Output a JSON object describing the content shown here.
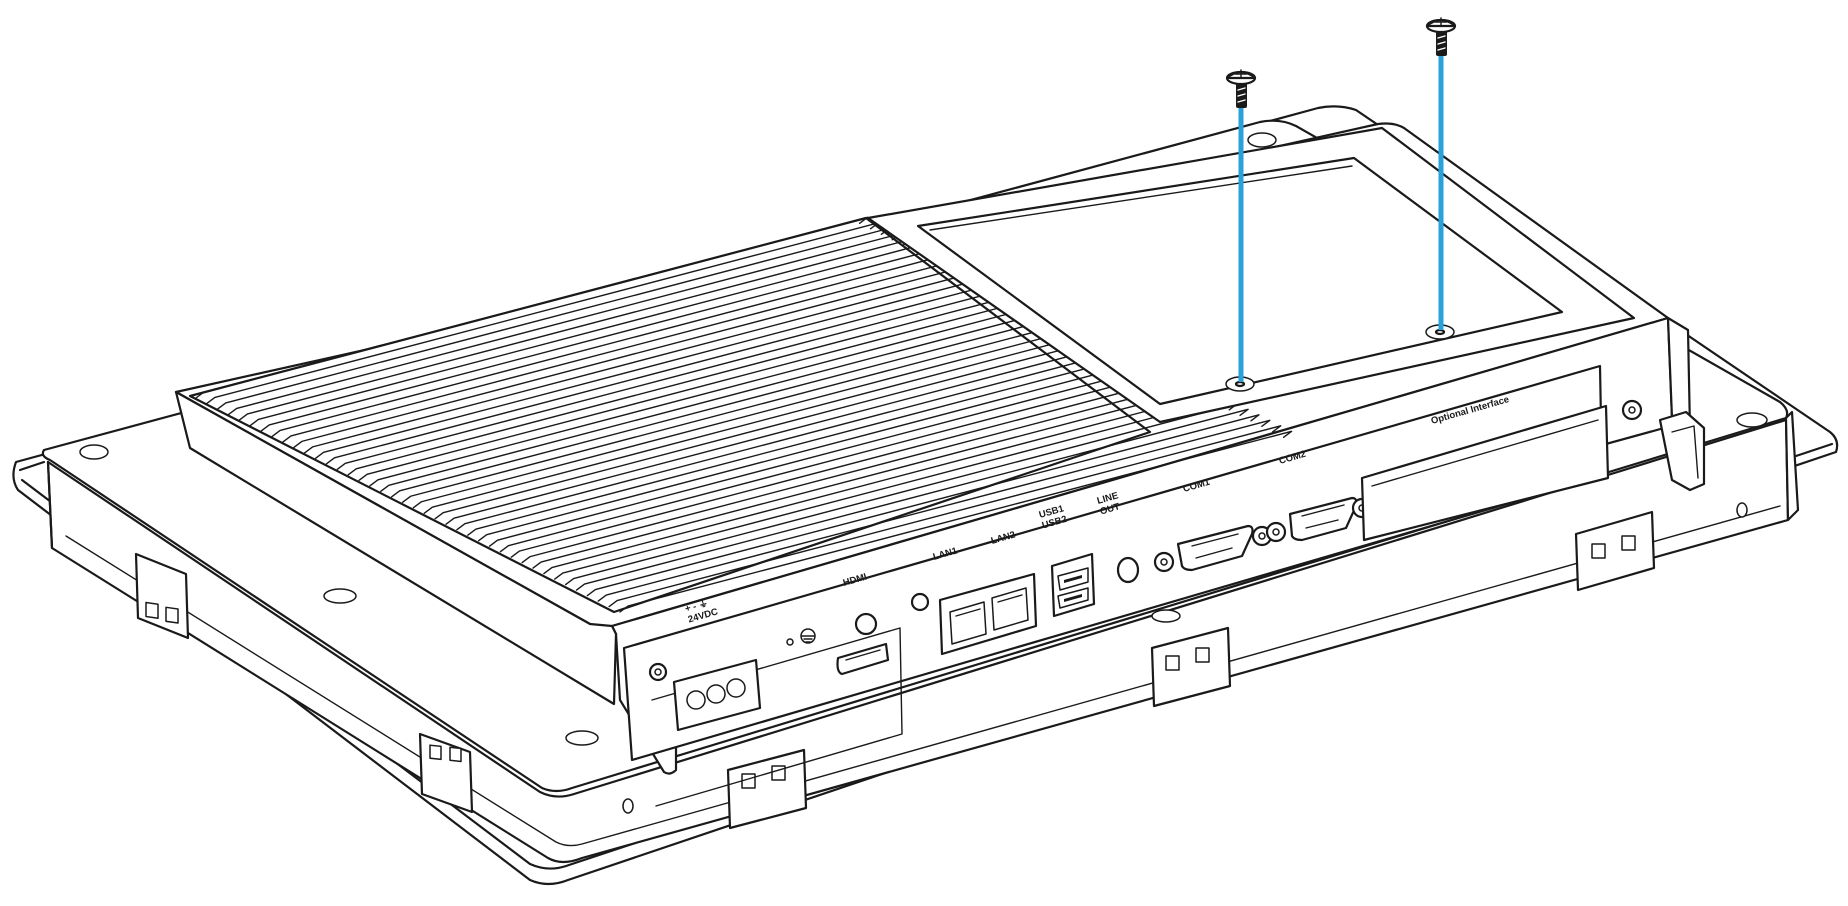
{
  "figure": {
    "ports": {
      "power": "+  -  ⏚\n24VDC",
      "hdmi": "HDMI",
      "lan1": "LAN1",
      "lan2": "LAN2",
      "usb": "USB1\nUSB2",
      "line_out": "LINE\nOUT",
      "com1": "COM1",
      "com2": "COM2",
      "optional": "Optional Interface"
    },
    "colors": {
      "line": "#1a1a1a",
      "screw_axis": "#2aa1d8",
      "background": "#ffffff"
    },
    "icons": [
      "screw-icon",
      "ground-icon"
    ]
  }
}
